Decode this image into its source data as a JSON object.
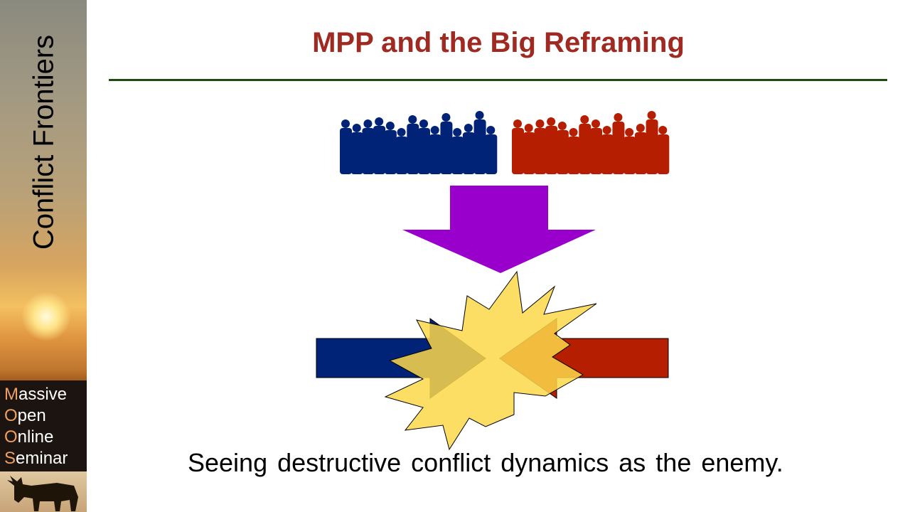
{
  "sidebar": {
    "vertical_title": "Conflict Frontiers",
    "mooc": [
      {
        "initial": "M",
        "rest": "assive"
      },
      {
        "initial": "O",
        "rest": "pen"
      },
      {
        "initial": "O",
        "rest": "nline"
      },
      {
        "initial": "S",
        "rest": "eminar"
      }
    ]
  },
  "slide": {
    "title": "MPP and the Big Reframing",
    "caption": "Seeing destructive conflict dynamics as the enemy."
  },
  "colors": {
    "blue": "#002277",
    "red": "#b51e00",
    "purple": "#9900cc",
    "star": "#fdd84a",
    "title": "#9e2a22"
  }
}
